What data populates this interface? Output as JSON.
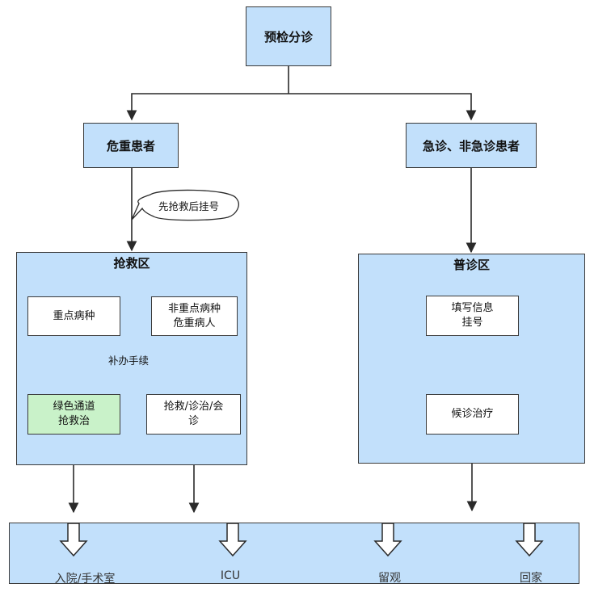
{
  "triage": {
    "label": "预检分诊"
  },
  "critical": {
    "label": "危重患者"
  },
  "nonurgent": {
    "label": "急诊、非急诊患者"
  },
  "callout_rescue_first": {
    "label": "先抢救后挂号"
  },
  "rescue_area": {
    "title": "抢救区",
    "key_disease": "重点病种",
    "non_key_line1": "非重点病种",
    "non_key_line2": "危重病人",
    "callout_paperwork": "补办手续",
    "green_line1": "绿色通道",
    "green_line2": "抢救治",
    "rescue_line1": "抢救/诊治/会",
    "rescue_line2": "诊"
  },
  "general_area": {
    "title": "普诊区",
    "register_line1": "填写信息",
    "register_line2": "挂号",
    "wait_treat": "候诊治疗"
  },
  "destinations": [
    {
      "label": "入院/手术室"
    },
    {
      "label": "ICU"
    },
    {
      "label": "留观"
    },
    {
      "label": "回家"
    }
  ],
  "colors": {
    "box_blue": "#c2e0fb",
    "box_green": "#c9f2c9",
    "stroke": "#3a3a3a"
  }
}
